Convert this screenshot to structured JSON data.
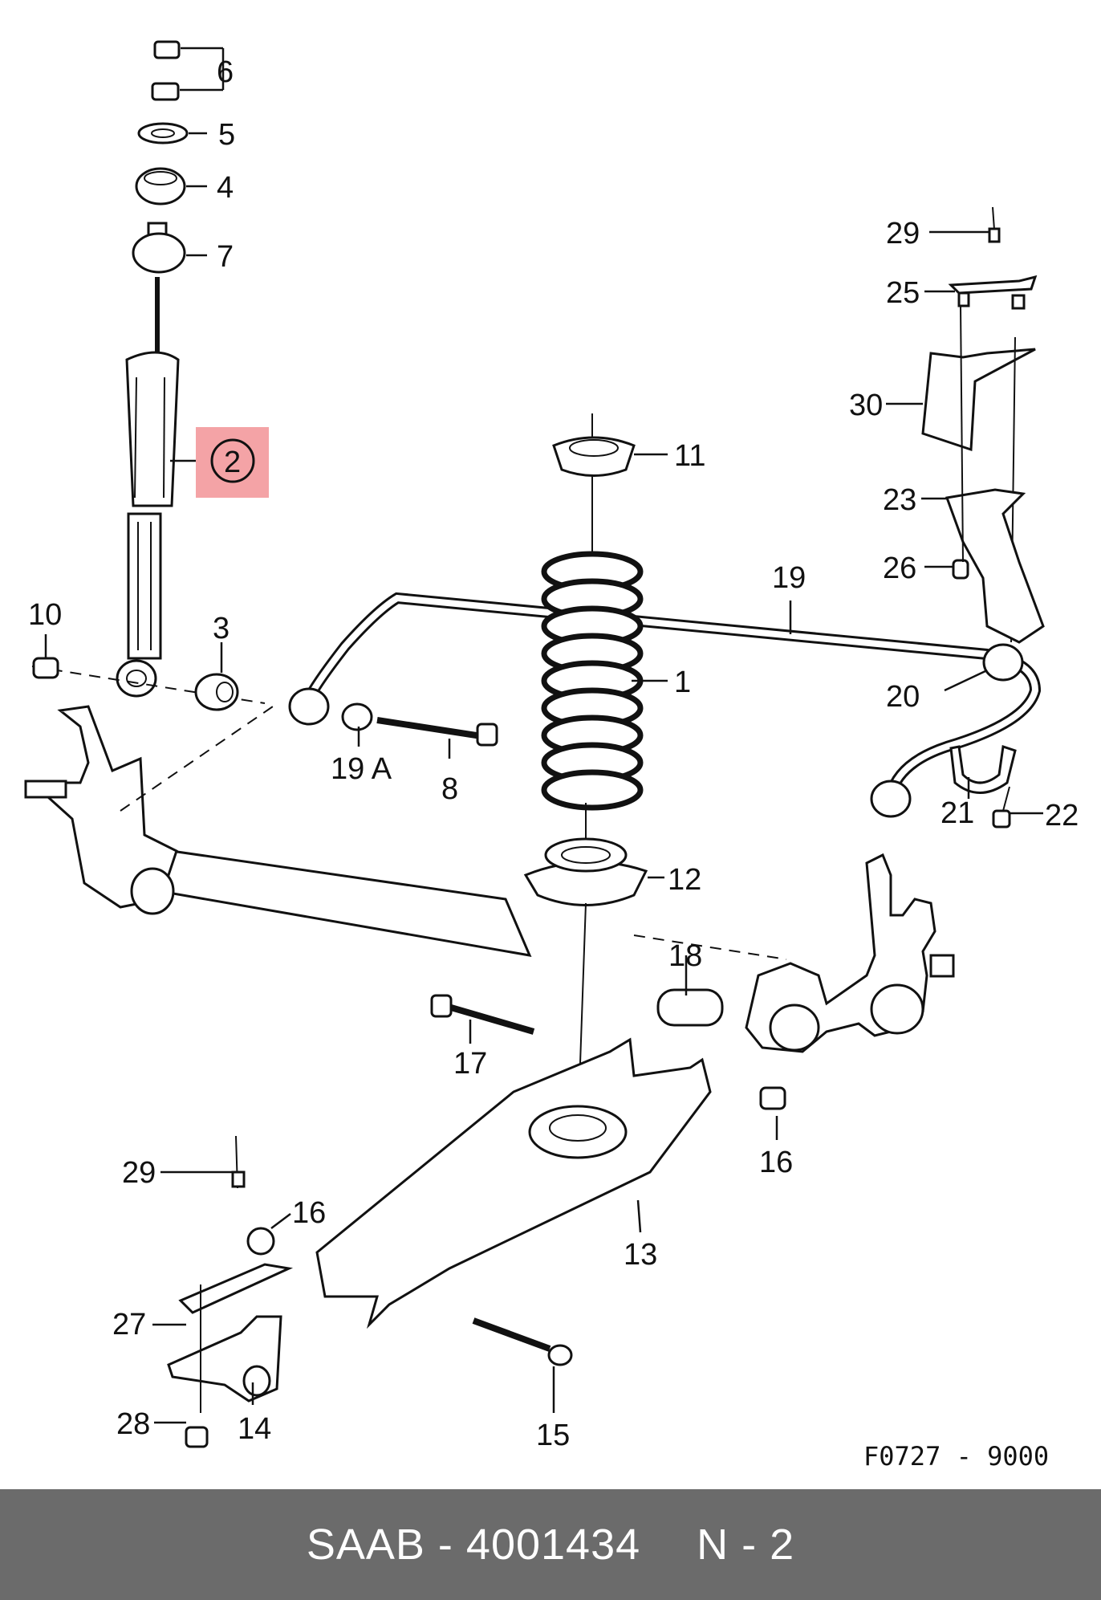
{
  "diagram": {
    "callouts": [
      "6",
      "5",
      "4",
      "7",
      "2",
      "10",
      "3",
      "19 A",
      "8",
      "11",
      "1",
      "12",
      "19",
      "20",
      "21",
      "22",
      "29",
      "25",
      "30",
      "23",
      "26",
      "18",
      "17",
      "16",
      "13",
      "29",
      "16",
      "27",
      "28",
      "14",
      "15"
    ],
    "drawing_code": "F0727 - 9000",
    "highlight": {
      "label": "2",
      "color": "#f4a3a6"
    }
  },
  "footer": {
    "brand": "SAAB",
    "part_number": "4001434",
    "position_code": "N - 2",
    "background": "#6b6b6b"
  }
}
